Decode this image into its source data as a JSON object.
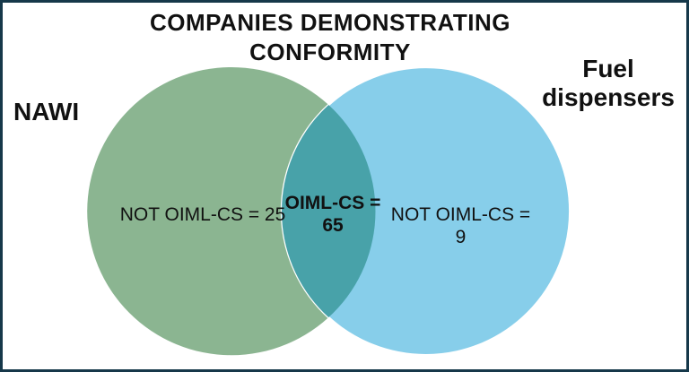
{
  "frame": {
    "background": "#ffffff",
    "border_color": "#16384a"
  },
  "title": "COMPANIES DEMONSTRATING CONFORMITY",
  "sets": {
    "left_name": "NAWI",
    "right_name": "Fuel dispensers"
  },
  "regions": {
    "left_label": "NOT OIML-CS = 25",
    "intersection_label_line1": "OIML-CS =",
    "intersection_label_line2": "65",
    "right_label": "NOT OIML-CS = 9"
  },
  "colors": {
    "left_circle": "#8bb591",
    "right_circle": "#87ceea",
    "intersection": "#48a2a9",
    "circle_outline": "#ffffff",
    "text": "#111111"
  },
  "chart_data": {
    "type": "venn",
    "title": "COMPANIES DEMONSTRATING CONFORMITY",
    "sets": [
      {
        "name": "NAWI",
        "region_label": "NOT OIML-CS = 25",
        "exclusive_value": 25
      },
      {
        "name": "Fuel dispensers",
        "region_label": "NOT OIML-CS = 9",
        "exclusive_value": 9
      }
    ],
    "intersection": {
      "region_label": "OIML-CS = 65",
      "value": 65
    },
    "legend_position": "none",
    "grid": false
  }
}
